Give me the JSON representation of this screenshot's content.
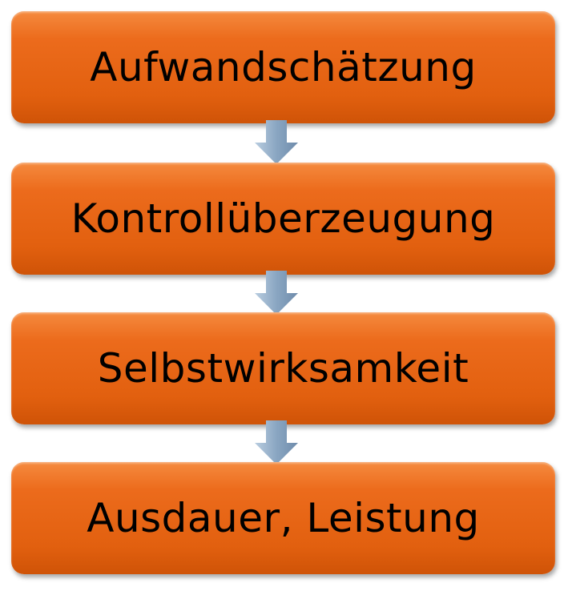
{
  "steps": [
    {
      "label": "Aufwandschätzung"
    },
    {
      "label": "Kontrollüberzeugung"
    },
    {
      "label": "Selbstwirksamkeit"
    },
    {
      "label": "Ausdauer, Leistung"
    }
  ],
  "colors": {
    "box": "#e8661a",
    "arrow": "#8fa9c4"
  }
}
